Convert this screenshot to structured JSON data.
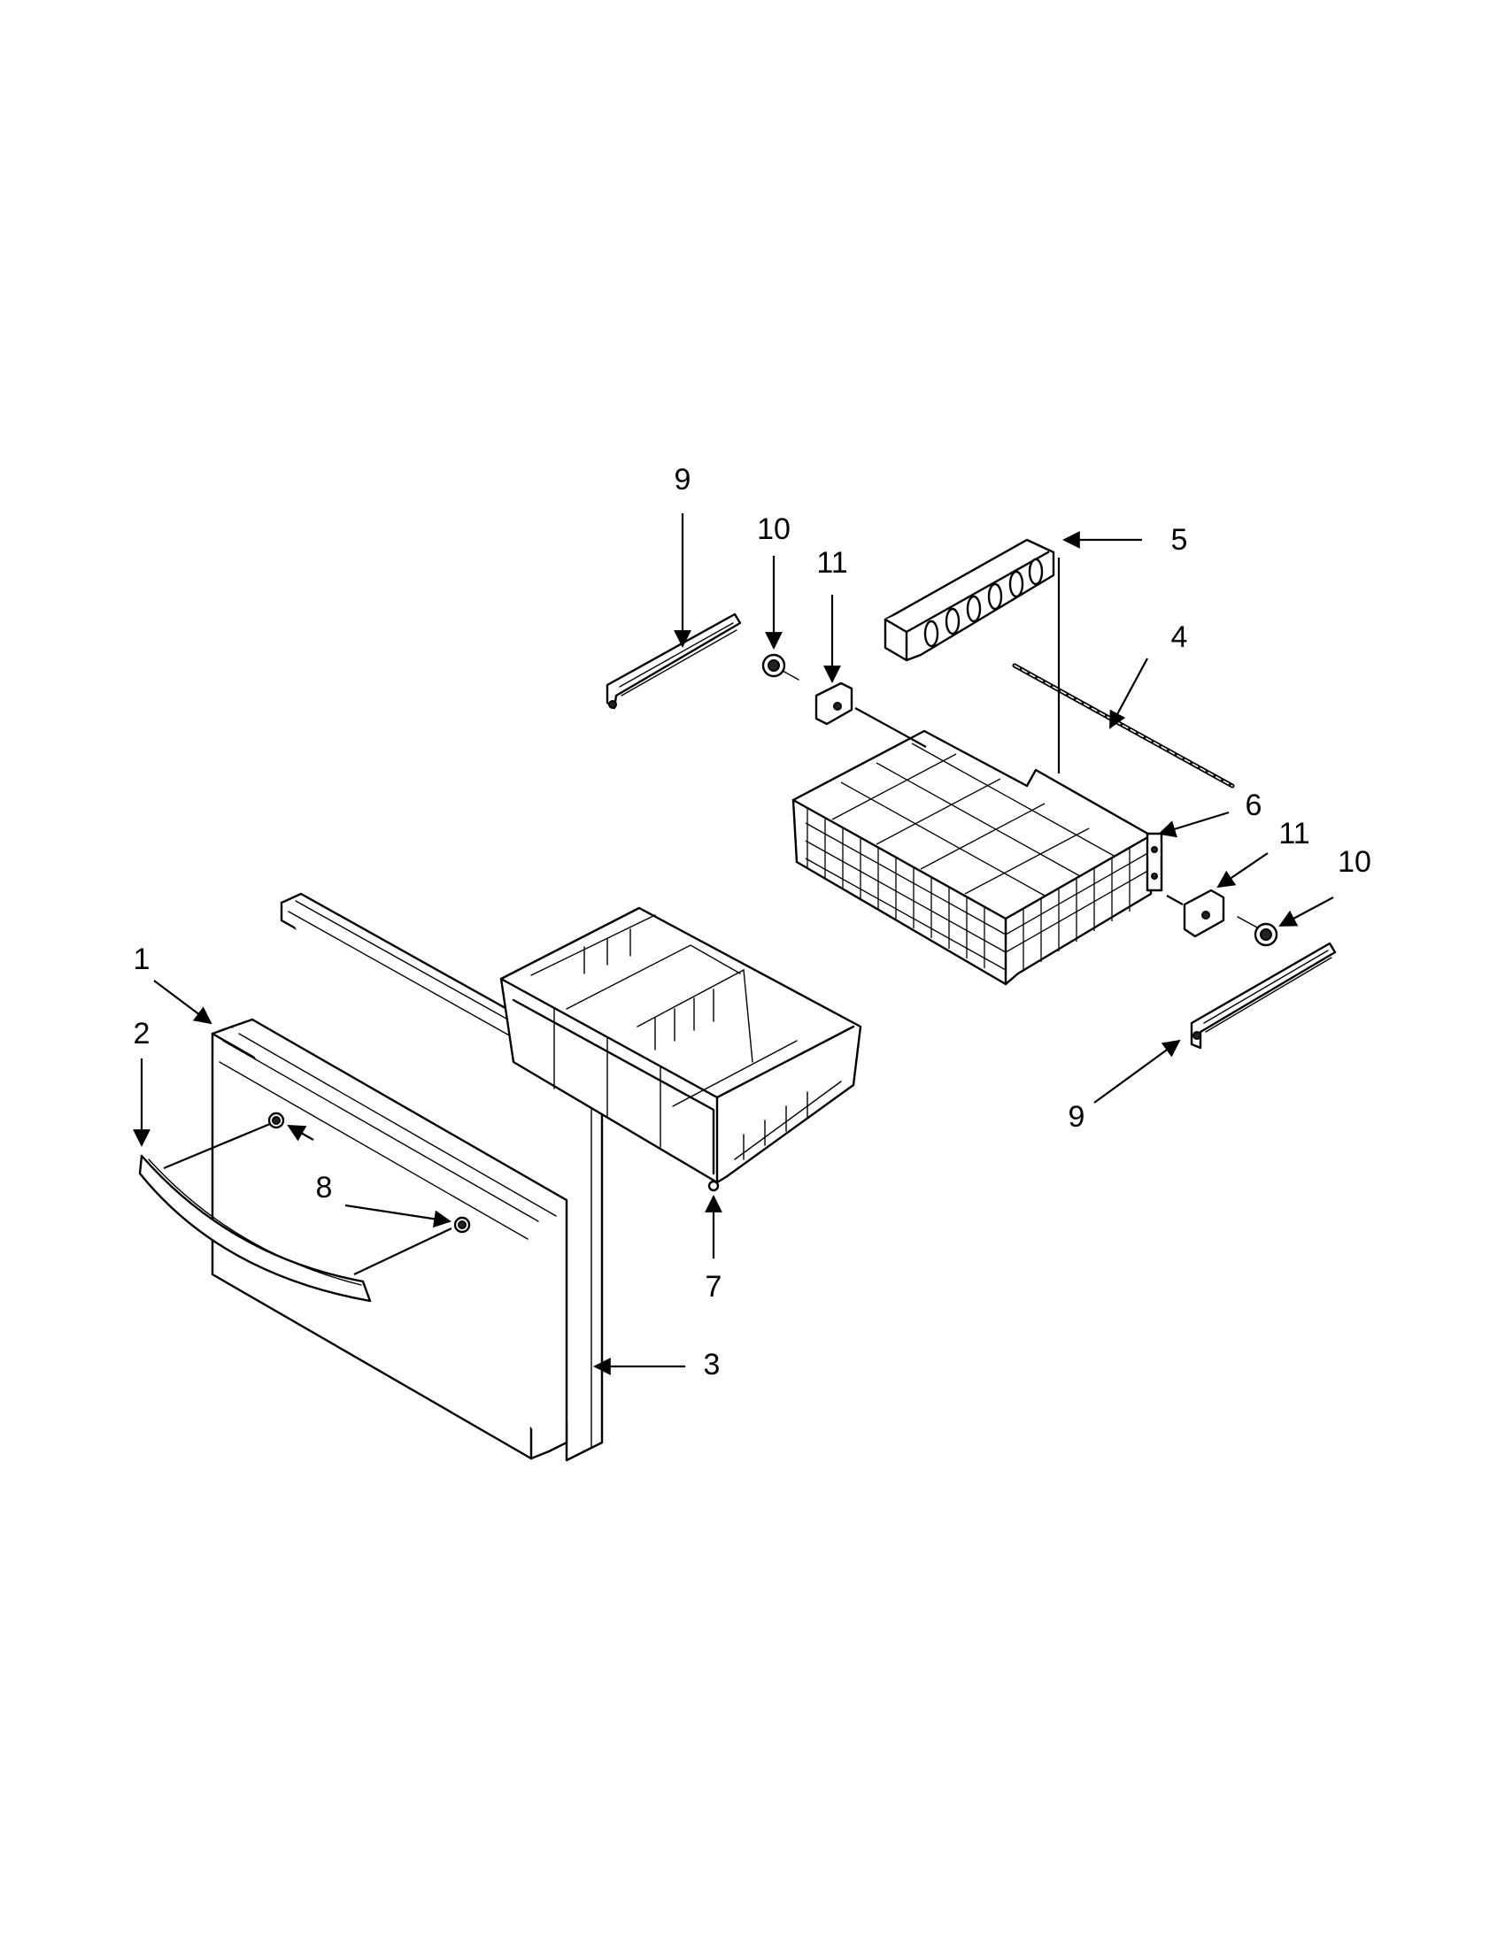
{
  "diagram": {
    "type": "exploded-parts-diagram",
    "callouts": [
      {
        "id": "c1",
        "label": "1"
      },
      {
        "id": "c2",
        "label": "2"
      },
      {
        "id": "c3",
        "label": "3"
      },
      {
        "id": "c4",
        "label": "4"
      },
      {
        "id": "c5",
        "label": "5"
      },
      {
        "id": "c6",
        "label": "6"
      },
      {
        "id": "c7",
        "label": "7"
      },
      {
        "id": "c8",
        "label": "8"
      },
      {
        "id": "c9a",
        "label": "9"
      },
      {
        "id": "c9b",
        "label": "9"
      },
      {
        "id": "c10a",
        "label": "10"
      },
      {
        "id": "c10b",
        "label": "10"
      },
      {
        "id": "c11a",
        "label": "11"
      },
      {
        "id": "c11b",
        "label": "11"
      }
    ],
    "colors": {
      "ink": "#000000",
      "paper": "#ffffff"
    }
  }
}
